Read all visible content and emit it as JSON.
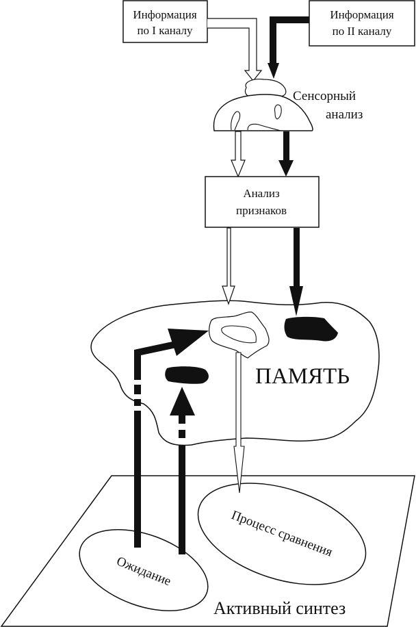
{
  "diagram": {
    "nodes": {
      "channel1": {
        "line1": "Информация",
        "line2": "по I каналу"
      },
      "channel2": {
        "line1": "Информация",
        "line2": "по II каналу"
      },
      "sensory": {
        "line1": "Сенсорный",
        "line2": "анализ"
      },
      "features": {
        "line1": "Анализ",
        "line2": "признаков"
      },
      "memory": {
        "label": "ПАМЯТЬ"
      },
      "comparison": {
        "label": "Процесс сравнения"
      },
      "expectation": {
        "label": "Ожидание"
      },
      "synthesis": {
        "label": "Активный синтез"
      }
    },
    "colors": {
      "stroke": "#111111",
      "fill": "#ffffff",
      "dark": "#111111"
    }
  }
}
